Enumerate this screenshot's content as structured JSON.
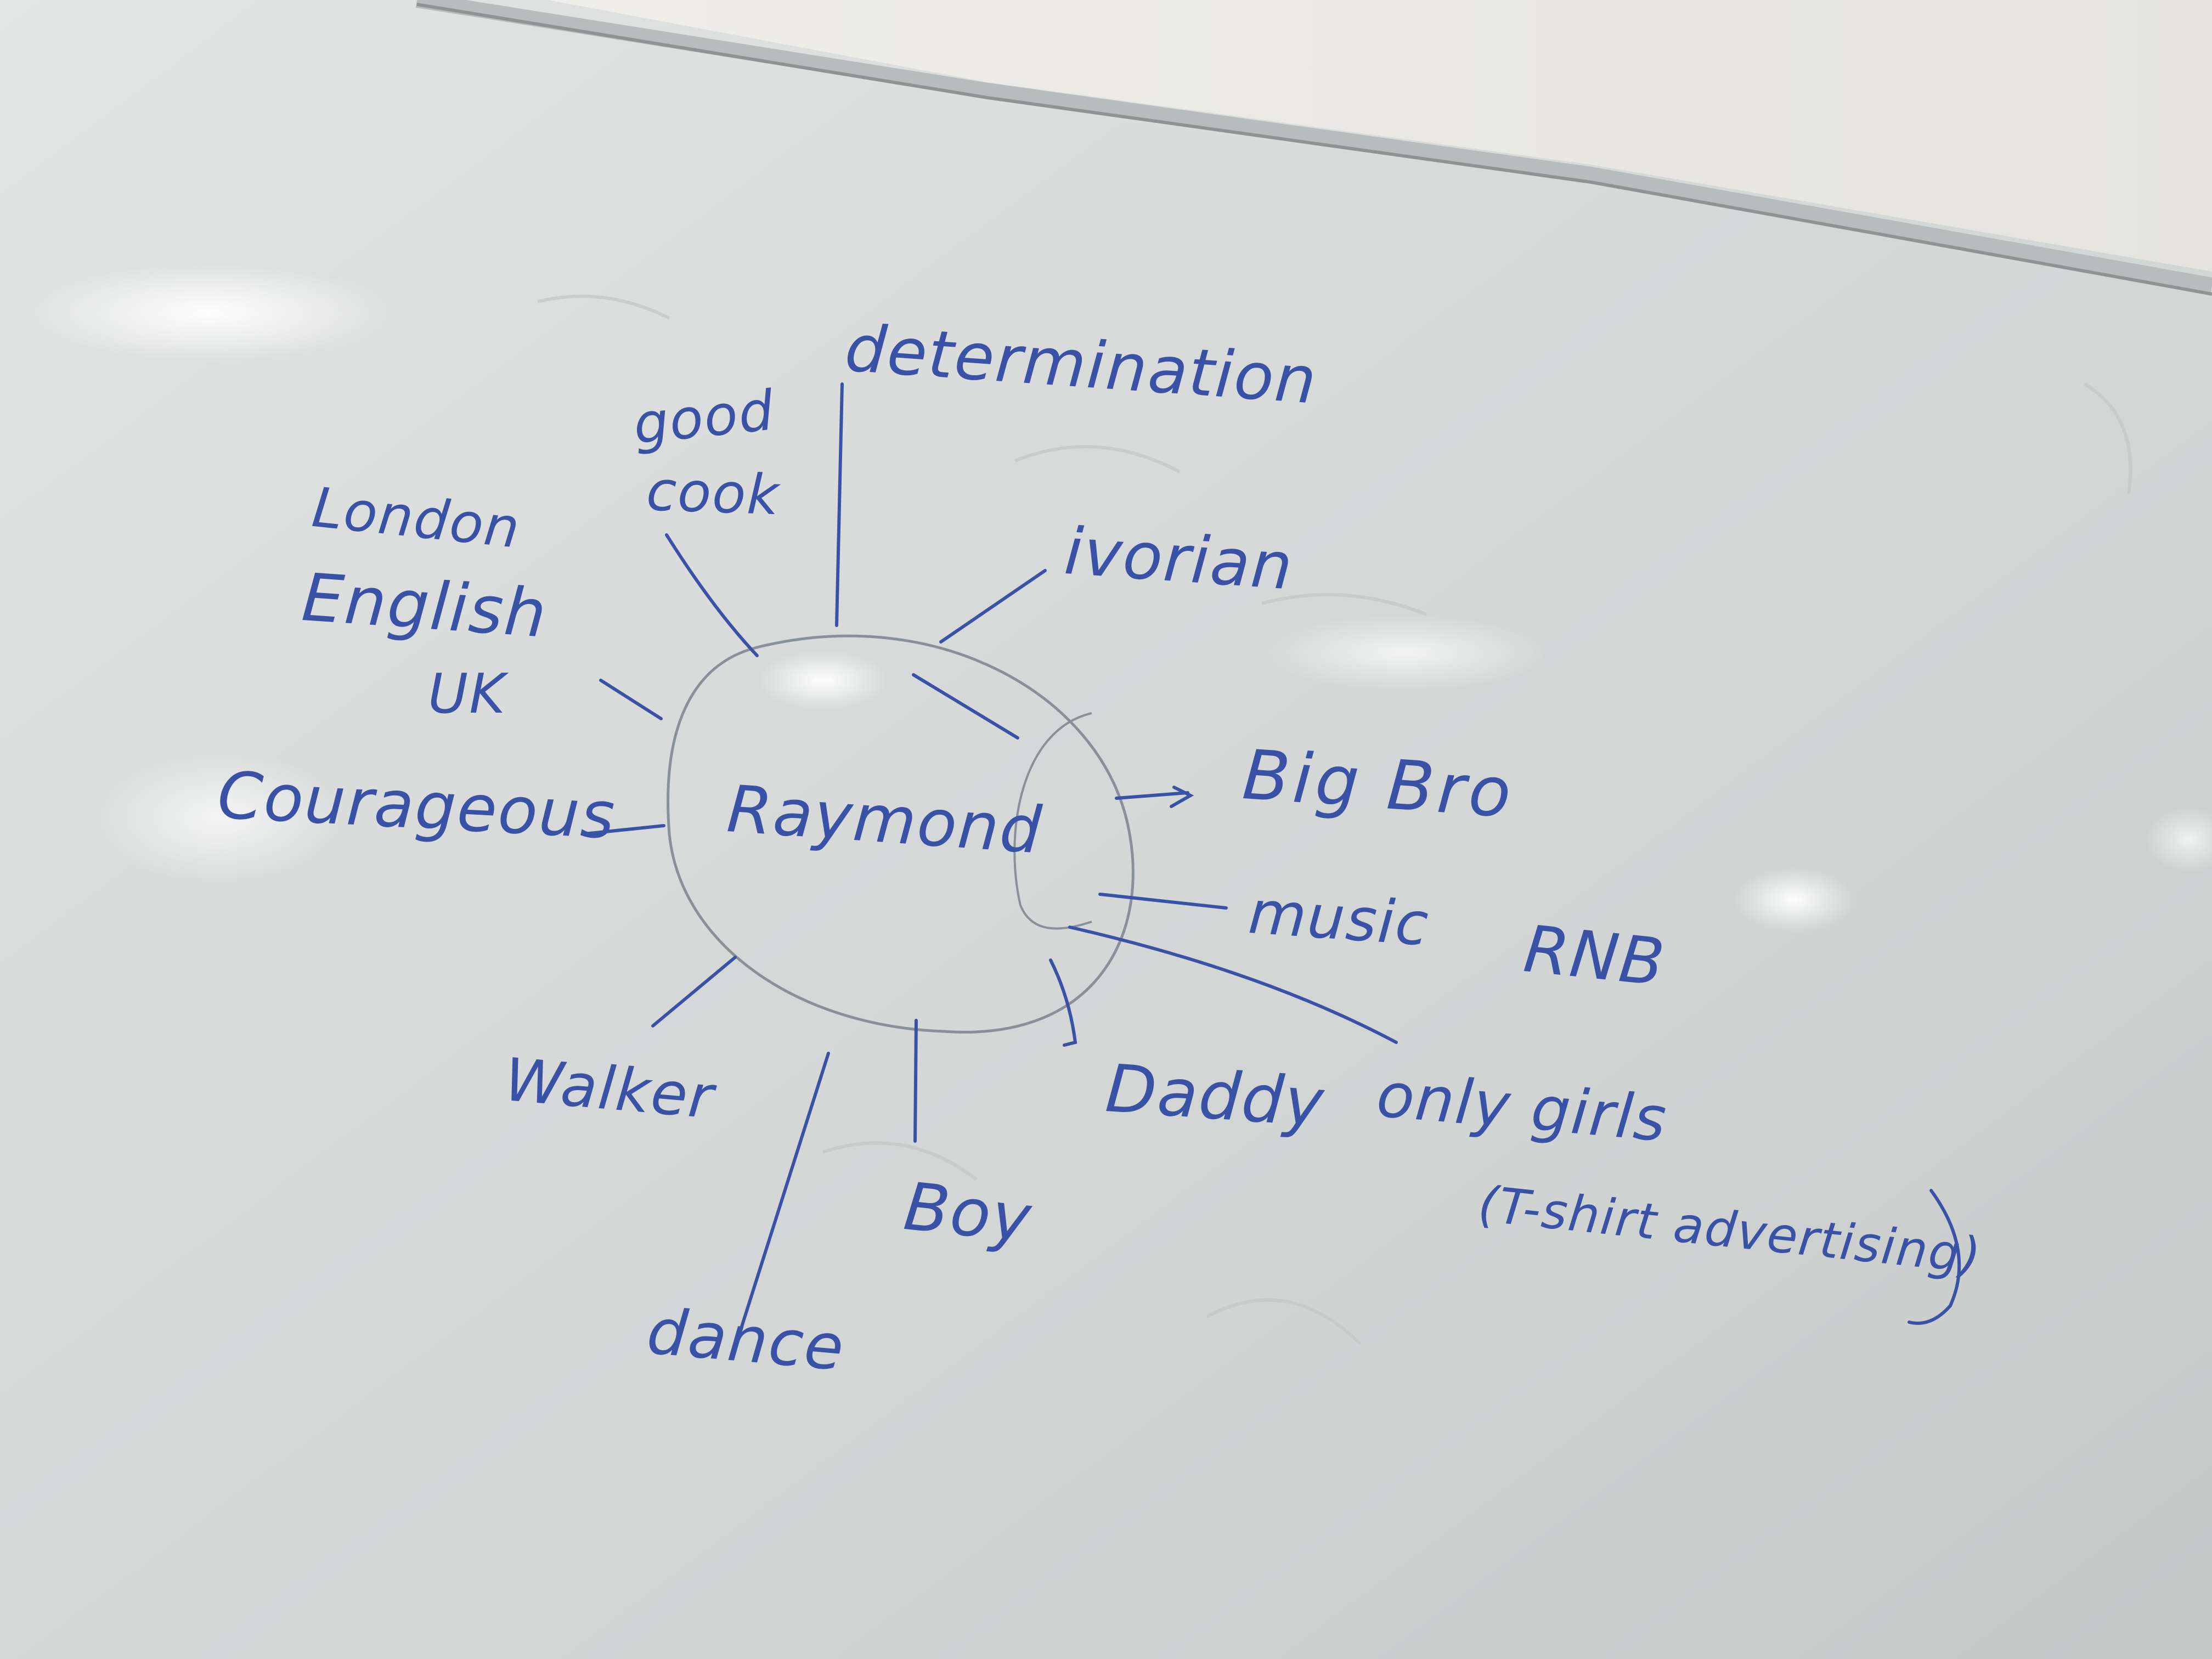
{
  "whiteboard": {
    "center": "Raymond",
    "words": {
      "determination": "determination",
      "good": "good",
      "cook": "cook",
      "london": "London",
      "english": "English",
      "uk": "UK",
      "ivorian": "ivorian",
      "courageous": "Courageous",
      "big_bro": "Big Bro",
      "music": "music",
      "rnb": "RNB",
      "walker": "Walker",
      "daddy": "Daddy",
      "only_girls": "only girls",
      "tshirt": "(T-shirt advertising)",
      "boy": "Boy",
      "dance": "dance"
    },
    "marker_color": "#3a52a6",
    "pencil_color": "#8a9098",
    "board_color": "#d9dcdb",
    "wall_color": "#ecebe8"
  }
}
